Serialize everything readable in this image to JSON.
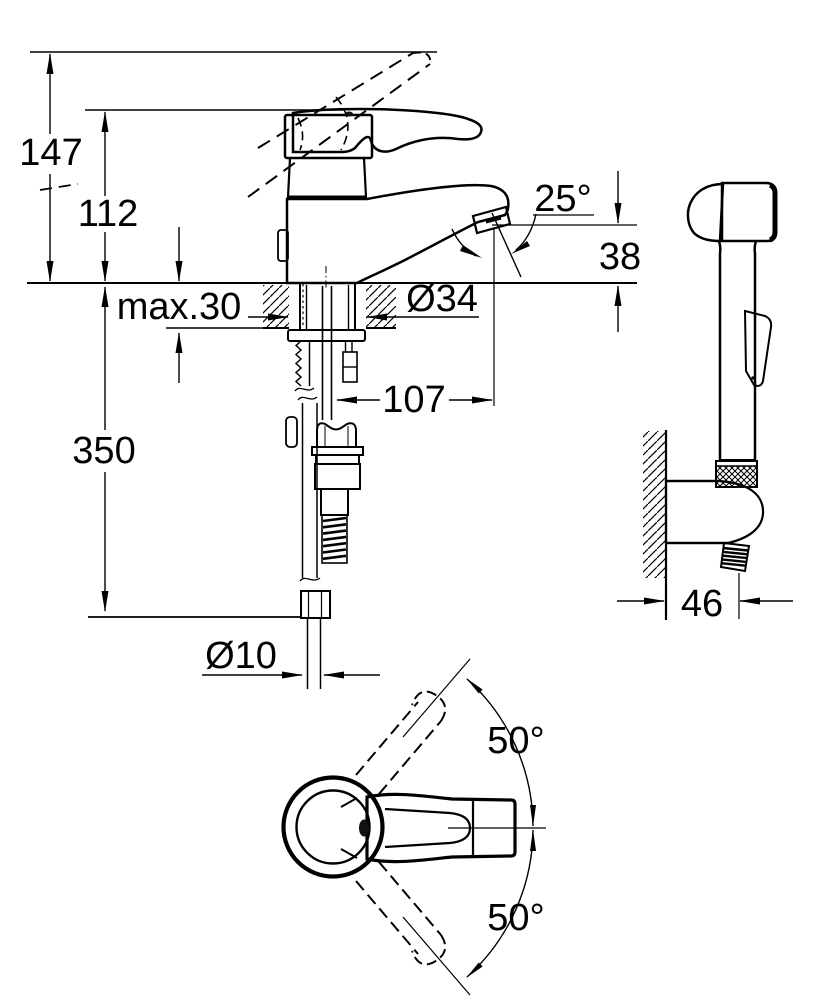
{
  "drawing": {
    "kind": "faucet installation dimension drawing",
    "ink_color": "#000000",
    "background_color": "#ffffff"
  },
  "labels": {
    "total_height": "147",
    "spout_height": "112",
    "spout_angle": "25°",
    "outlet_height": "38",
    "mount_thickness": "max.30",
    "hole_diameter": "Ø34",
    "spout_reach": "107",
    "below_deck_length": "350",
    "pipe_diameter": "Ø10",
    "bracket_depth": "46",
    "swivel_upper": "50°",
    "swivel_lower": "50°"
  }
}
